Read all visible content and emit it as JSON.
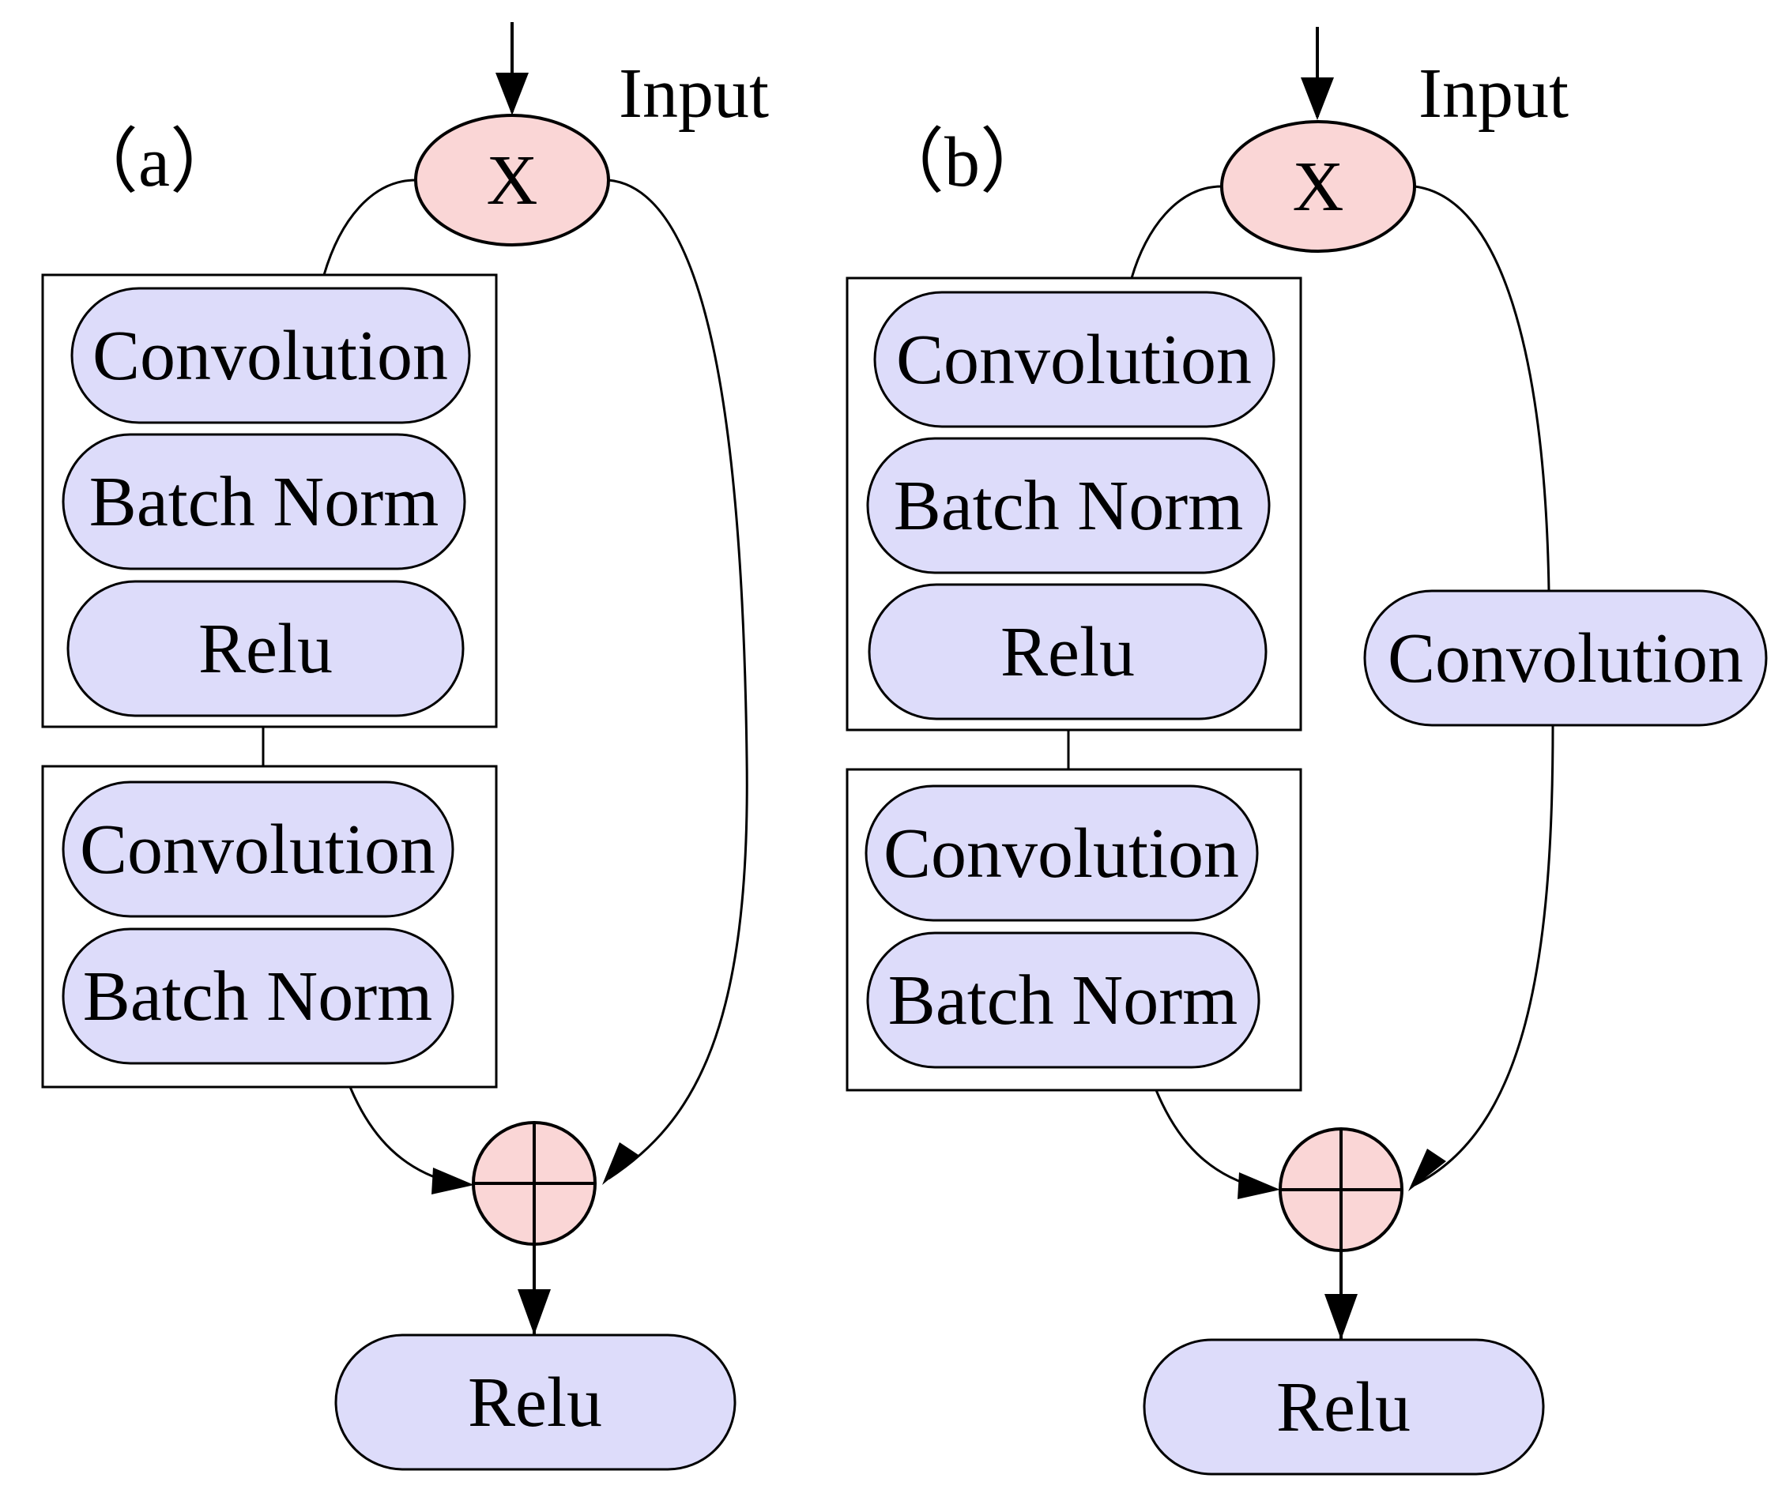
{
  "colors": {
    "layer_fill": "#dddcfa",
    "op_fill": "#fad6d6",
    "stroke": "#000000",
    "background": "#ffffff"
  },
  "panel_a": {
    "label": "（a）",
    "input_label": "Input",
    "input_node": "X",
    "block1": [
      "Convolution",
      "Batch Norm",
      "Relu"
    ],
    "block2": [
      "Convolution",
      "Batch Norm"
    ],
    "add_node_icon": "circle-plus-icon",
    "output": "Relu"
  },
  "panel_b": {
    "label": "（b）",
    "input_label": "Input",
    "input_node": "X",
    "block1": [
      "Convolution",
      "Batch Norm",
      "Relu"
    ],
    "block2": [
      "Convolution",
      "Batch Norm"
    ],
    "shortcut": "Convolution",
    "add_node_icon": "circle-plus-icon",
    "output": "Relu"
  }
}
